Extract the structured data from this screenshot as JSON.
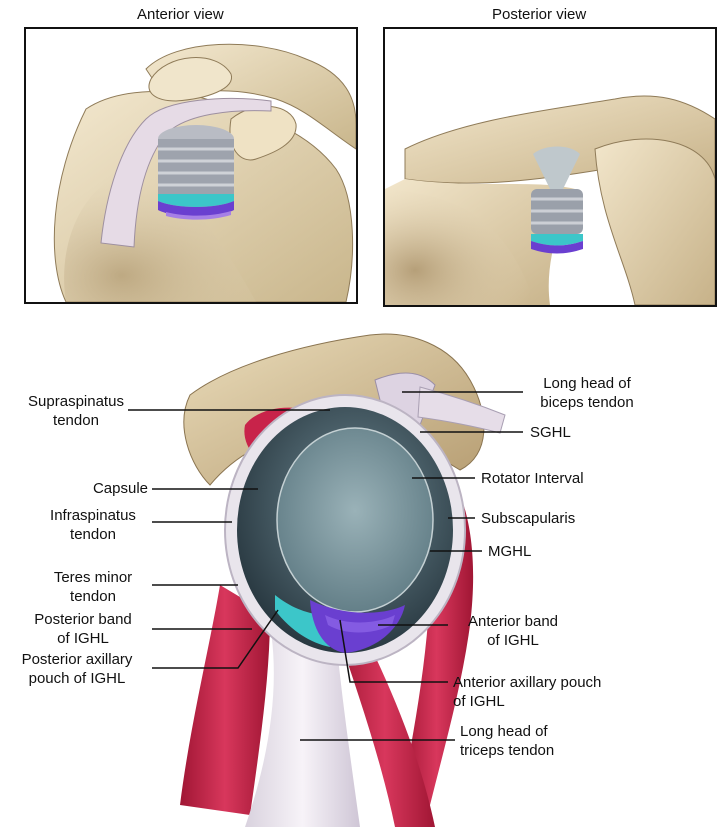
{
  "views": {
    "anterior_title": "Anterior view",
    "posterior_title": "Posterior view"
  },
  "labels": {
    "supraspinatus": [
      "Supraspinatus",
      "tendon"
    ],
    "capsule": [
      "Capsule"
    ],
    "infraspinatus": [
      "Infraspinatus",
      "tendon"
    ],
    "teres_minor": [
      "Teres minor",
      "tendon"
    ],
    "posterior_band": [
      "Posterior band",
      "of IGHL"
    ],
    "posterior_pouch": [
      "Posterior axillary",
      "pouch of IGHL"
    ],
    "long_head_biceps": [
      "Long head of",
      "biceps tendon"
    ],
    "sghl": [
      "SGHL"
    ],
    "rotator_interval": [
      "Rotator Interval"
    ],
    "subscapularis": [
      "Subscapularis"
    ],
    "mghl": [
      "MGHL"
    ],
    "anterior_band": [
      "Anterior band",
      "of IGHL"
    ],
    "anterior_pouch": [
      "Anterior axillary pouch",
      "of IGHL"
    ],
    "long_head_triceps": [
      "Long head of",
      "triceps tendon"
    ]
  },
  "colors": {
    "bone": "#e6d6b4",
    "bone_shade": "#b9a27a",
    "muscle": "#c8234a",
    "tendon": "#e9e3ea",
    "glenoid": "#5f7a85",
    "cartilage": "#8aa6ad",
    "teal": "#3cc6c9",
    "violet": "#6a3fd0"
  }
}
